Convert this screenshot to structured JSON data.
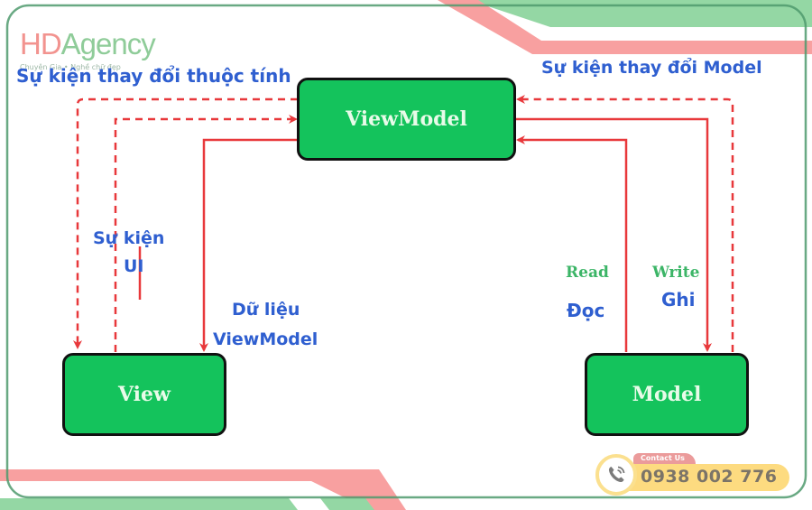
{
  "brand": {
    "logo_hd": "HD",
    "logo_agency": "Agency",
    "logo_tagline": "Chuyên Gia • Nghề chữ đẹp"
  },
  "nodes": {
    "viewmodel": "ViewModel",
    "view": "View",
    "model": "Model"
  },
  "labels": {
    "property_change_event": "Sự kiện thay đổi thuộc tính",
    "model_change_event": "Sự kiện thay đổi Model",
    "ui_event_line1": "Sự kiện",
    "ui_event_line2": "UI",
    "viewmodel_data_line1": "Dữ liệu",
    "viewmodel_data_line2": "ViewModel",
    "read_en": "Read",
    "read_vi": "Đọc",
    "write_en": "Write",
    "write_vi": "Ghi"
  },
  "contact": {
    "tag": "Contact Us",
    "phone": "0938 002 776",
    "icon": "phone-icon"
  },
  "colors": {
    "node_fill": "#14c35c",
    "arrow": "#e8383b",
    "label_blue": "#2f5fd0",
    "label_green": "#3cb567",
    "deco_red": "#f8a0a0",
    "deco_green": "#94d7a4",
    "frame": "#4f9a6d"
  }
}
